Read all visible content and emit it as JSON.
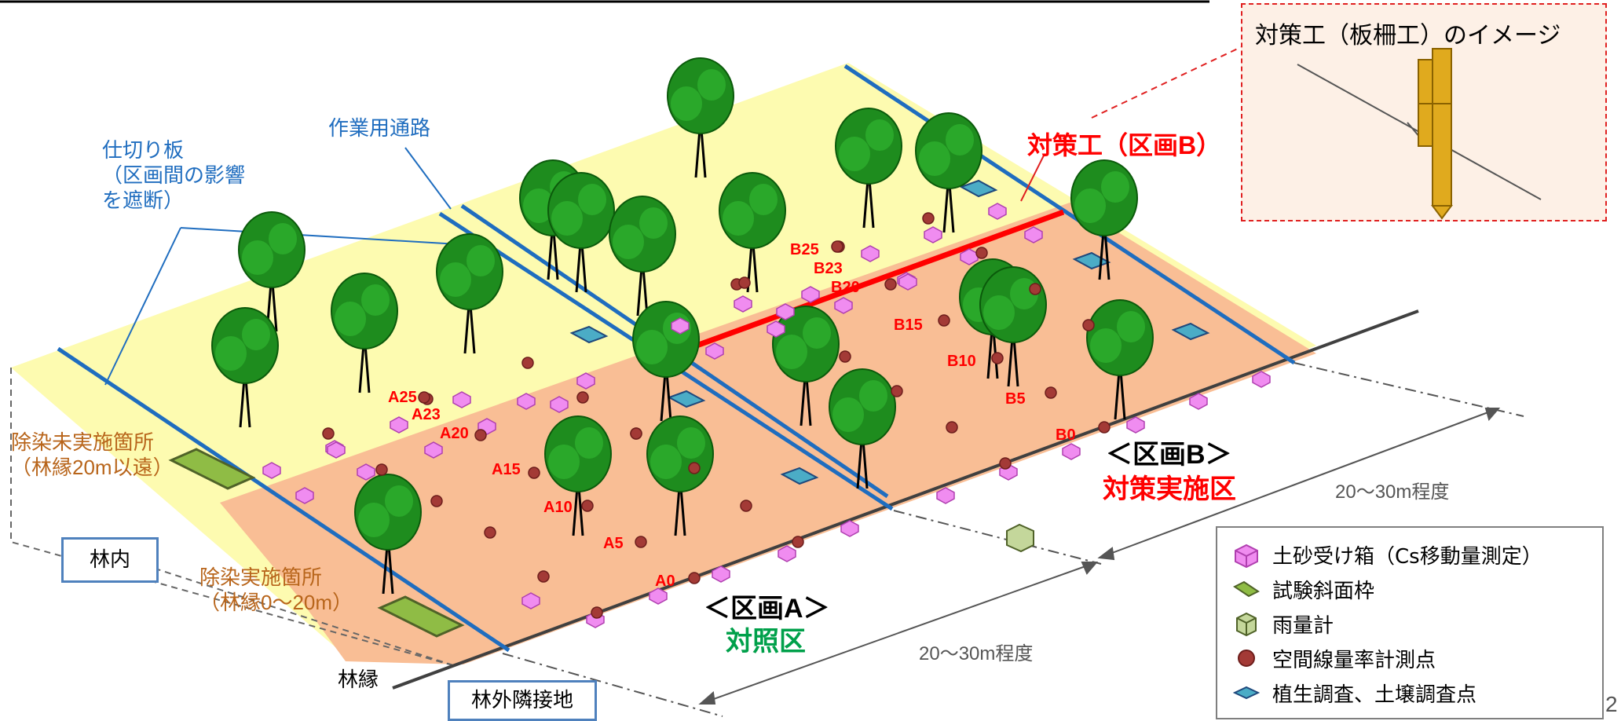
{
  "labels": {
    "partition_board": "仕切り板\n（区画間の影響\nを遮断）",
    "work_path": "作業用通路",
    "countermeasure_b": "対策工（区画B）",
    "undecontaminated": "除染未実施箇所\n（林縁20m以遠）",
    "decontaminated": "除染実施箇所\n（林縁0〜20m）",
    "in_forest": "林内",
    "forest_edge": "林縁",
    "adjacent_outside": "林外隣接地",
    "section_a": "＜区画A＞",
    "section_a_sub": "対照区",
    "section_b": "＜区画B＞",
    "section_b_sub": "対策実施区",
    "dim_lower": "20〜30m程度",
    "dim_upper": "20〜30m程度",
    "page_number": "2"
  },
  "points": {
    "a": [
      "A25",
      "A23",
      "A20",
      "A15",
      "A10",
      "A5",
      "A0"
    ],
    "b": [
      "B25",
      "B23",
      "B20",
      "B15",
      "B10",
      "B5",
      "B0"
    ]
  },
  "inset": {
    "title": "対策工（板柵工）のイメージ"
  },
  "legend": {
    "items": [
      {
        "icon": "sediment-box-icon",
        "label": "土砂受け箱（Cs移動量測定）"
      },
      {
        "icon": "test-slope-frame-icon",
        "label": "試験斜面枠"
      },
      {
        "icon": "rain-gauge-icon",
        "label": "雨量計"
      },
      {
        "icon": "dose-point-icon",
        "label": "空間線量率計測点"
      },
      {
        "icon": "survey-point-icon",
        "label": "植生調査、土壌調査点"
      }
    ]
  },
  "colors": {
    "yellow_zone": "#fdfbb0",
    "orange_zone": "#f9be95",
    "blue_line": "#1f6dbf",
    "red": "#ff0000",
    "tree_green": "#1e8c1e",
    "magenta_box": "#f08cf0",
    "dose_point": "#a33a36",
    "green_text": "#00a04a",
    "brown_text": "#b8651b"
  }
}
